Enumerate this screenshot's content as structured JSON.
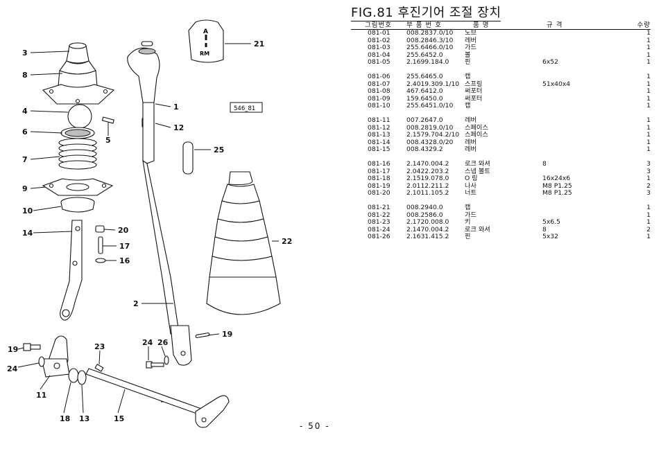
{
  "figure": {
    "title": "FIG.81 후진기어 조절 장치",
    "drawing_code": "546_81",
    "knob_labels": [
      "A",
      "RM"
    ],
    "page_number": "- 50 -"
  },
  "callouts": [
    "3",
    "8",
    "4",
    "6",
    "7",
    "9",
    "10",
    "14",
    "5",
    "20",
    "17",
    "16",
    "1",
    "12",
    "25",
    "21",
    "22",
    "2",
    "19",
    "24",
    "26",
    "19",
    "24",
    "11",
    "18",
    "13",
    "23",
    "15"
  ],
  "table": {
    "headers": [
      "그림번호",
      "부 품 번 호",
      "품 명",
      "규 격",
      "수량"
    ],
    "groups": [
      [
        {
          "no": "081-01",
          "part": "008.2837.0/10",
          "name": "노브",
          "spec": "",
          "qty": "1"
        },
        {
          "no": "081-02",
          "part": "008.2846.3/10",
          "name": "레버",
          "spec": "",
          "qty": "1"
        },
        {
          "no": "081-03",
          "part": "255.6466.0/10",
          "name": "가드",
          "spec": "",
          "qty": "1"
        },
        {
          "no": "081-04",
          "part": "255.6452.0",
          "name": "볼",
          "spec": "",
          "qty": "1"
        },
        {
          "no": "081-05",
          "part": "2.1699.184.0",
          "name": "핀",
          "spec": "6x52",
          "qty": "1"
        }
      ],
      [
        {
          "no": "081-06",
          "part": "255.6465.0",
          "name": "캡",
          "spec": "",
          "qty": "1"
        },
        {
          "no": "081-07",
          "part": "2.4019.309.1/10",
          "name": "스프링",
          "spec": "51x40x4",
          "qty": "1"
        },
        {
          "no": "081-08",
          "part": "467.6412.0",
          "name": "써포터",
          "spec": "",
          "qty": "1"
        },
        {
          "no": "081-09",
          "part": "159.6450.0",
          "name": "써포터",
          "spec": "",
          "qty": "1"
        },
        {
          "no": "081-10",
          "part": "255.6451.0/10",
          "name": "캡",
          "spec": "",
          "qty": "1"
        }
      ],
      [
        {
          "no": "081-11",
          "part": "007.2647.0",
          "name": "레버",
          "spec": "",
          "qty": "1"
        },
        {
          "no": "081-12",
          "part": "008.2819.0/10",
          "name": "스페이스",
          "spec": "",
          "qty": "1"
        },
        {
          "no": "081-13",
          "part": "2.1579.704.2/10",
          "name": "스페이스",
          "spec": "",
          "qty": "1"
        },
        {
          "no": "081-14",
          "part": "008.4328.0/20",
          "name": "레버",
          "spec": "",
          "qty": "1"
        },
        {
          "no": "081-15",
          "part": "008.4329.2",
          "name": "레버",
          "spec": "",
          "qty": "1"
        }
      ],
      [
        {
          "no": "081-16",
          "part": "2.1470.004.2",
          "name": "로크 와셔",
          "spec": "8",
          "qty": "3"
        },
        {
          "no": "081-17",
          "part": "2.0422.203.2",
          "name": "스넵 볼트",
          "spec": "",
          "qty": "3"
        },
        {
          "no": "081-18",
          "part": "2.1519.078.0",
          "name": "O 링",
          "spec": "16x24x6",
          "qty": "1"
        },
        {
          "no": "081-19",
          "part": "2.0112.211.2",
          "name": "나사",
          "spec": "M8 P1.25",
          "qty": "2"
        },
        {
          "no": "081-20",
          "part": "2.1011.105.2",
          "name": "너트",
          "spec": "M8 P1.25",
          "qty": "3"
        }
      ],
      [
        {
          "no": "081-21",
          "part": "008.2940.0",
          "name": "캡",
          "spec": "",
          "qty": "1"
        },
        {
          "no": "081-22",
          "part": "008.2586.0",
          "name": "가드",
          "spec": "",
          "qty": "1"
        },
        {
          "no": "081-23",
          "part": "2.1720.008.0",
          "name": "키",
          "spec": "5x6.5",
          "qty": "1"
        },
        {
          "no": "081-24",
          "part": "2.1470.004.2",
          "name": "로크 와셔",
          "spec": "8",
          "qty": "2"
        },
        {
          "no": "081-26",
          "part": "2.1631.415.2",
          "name": "핀",
          "spec": "5x32",
          "qty": "1"
        }
      ]
    ]
  }
}
